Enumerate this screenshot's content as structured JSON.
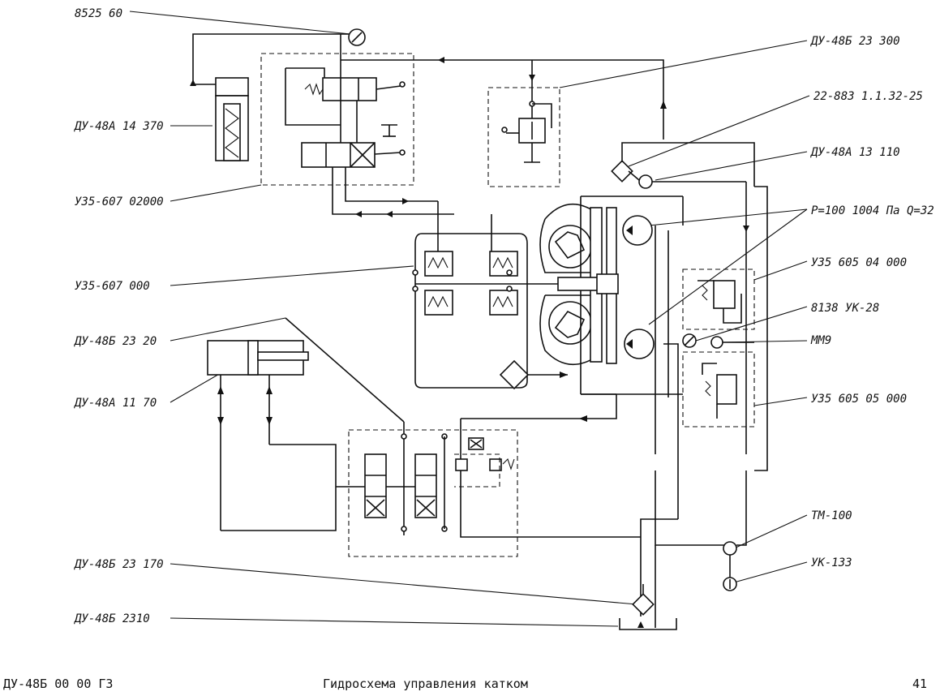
{
  "labels": {
    "l1": "8525 60",
    "l2": "ДУ-48А 14 370",
    "l3": "У35-607 02000",
    "l4": "У35-607 000",
    "l5": "ДУ-48Б 23 20",
    "l6": "ДУ-48А 11 70",
    "l7": "ДУ-48Б 23 170",
    "l8": "ДУ-48Б 2310",
    "r1": "ДУ-48Б 23 300",
    "r2": "22-883 1.1.32-25",
    "r3": "ДУ-48А 13 110",
    "r4": "Р=100 1004 Па Q=32",
    "r5": "У35 605 04 000",
    "r6": "8138 УК-28",
    "r7": "ММ9",
    "r8": "У35 605 05 000",
    "r9": "ТМ-100",
    "r10": "УК-133"
  },
  "footer": {
    "doc_code": "ДУ-48Б 00 00 ГЗ",
    "title": "Гидросхема управления катком",
    "page": "41"
  }
}
